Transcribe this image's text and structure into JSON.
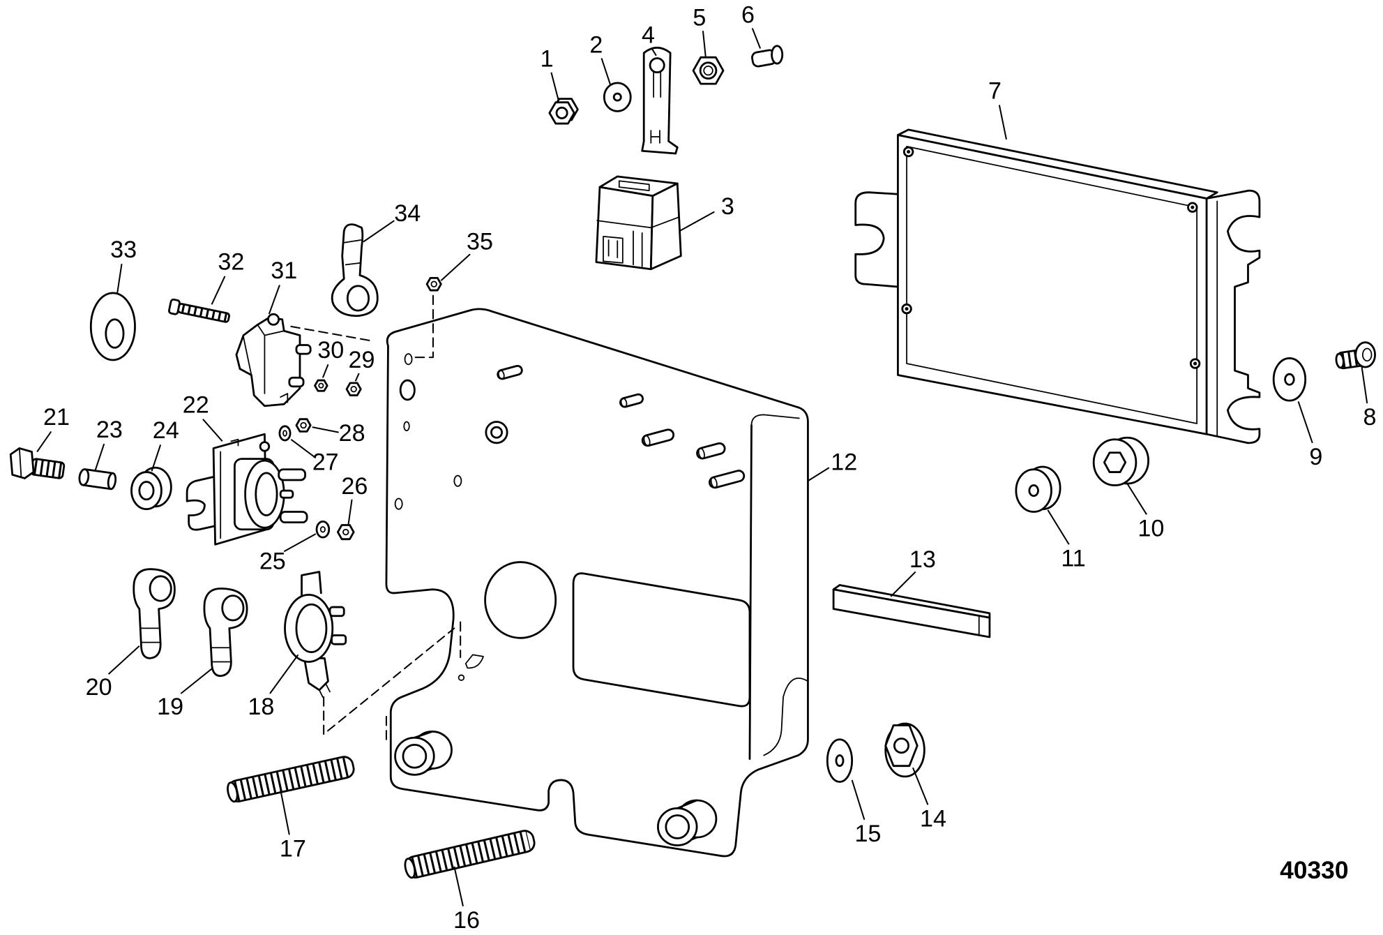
{
  "figure_number": "40330",
  "callouts": [
    "1",
    "2",
    "3",
    "4",
    "5",
    "6",
    "7",
    "8",
    "9",
    "10",
    "11",
    "12",
    "13",
    "14",
    "15",
    "16",
    "17",
    "18",
    "19",
    "20",
    "21",
    "22",
    "23",
    "24",
    "25",
    "26",
    "27",
    "28",
    "29",
    "30",
    "31",
    "32",
    "33",
    "34",
    "35"
  ],
  "colors": {
    "line": "#000000",
    "background": "#ffffff"
  }
}
